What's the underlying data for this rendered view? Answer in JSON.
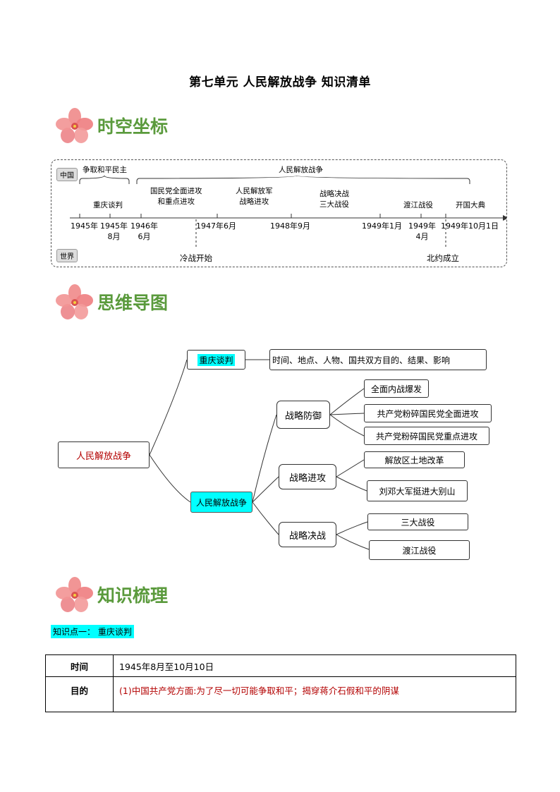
{
  "page_title": "第七单元    人民解放战争      知识清单",
  "sections": {
    "timeline_heading": "时空坐标",
    "mindmap_heading": "思维导图",
    "knowledge_heading": "知识梳理"
  },
  "timeline": {
    "china_tag": "中国",
    "world_tag": "世界",
    "bracket_left": "争取和平民主",
    "bracket_right": "人民解放战争",
    "events": {
      "chongqing": "重庆谈判",
      "kmt_attack_1": "国民党全面进攻",
      "kmt_attack_2": "和重点进攻",
      "pla_1": "人民解放军",
      "pla_2": "战略进攻",
      "decisive_1": "战略决战",
      "decisive_2": "三大战役",
      "crossing": "渡江战役",
      "founding": "开国大典"
    },
    "years": {
      "y1945a": "1945年",
      "y1945b_1": "1945年",
      "y1945b_2": "8月",
      "y1946_1": "1946年",
      "y1946_2": "6月",
      "y1947": "1947年6月",
      "y1948": "1948年9月",
      "y1949a": "1949年1月",
      "y1949b_1": "1949年",
      "y1949b_2": "4月",
      "y1949c": "1949年10月1日"
    },
    "world_events": {
      "cold_war": "冷战开始",
      "nato": "北约成立"
    }
  },
  "mindmap": {
    "root": "人民解放战争",
    "chongqing": "重庆谈判",
    "chongqing_detail": "时间、地点、人物、国共双方目的、结果、影响",
    "war": "人民解放战争",
    "defense": "战略防御",
    "defense_items": [
      "全面内战爆发",
      "共产党粉碎国民党全面进攻",
      "共产党粉碎国民党重点进攻"
    ],
    "offense": "战略进攻",
    "offense_items": [
      "解放区土地改革",
      "刘邓大军挺进大别山"
    ],
    "decisive": "战略决战",
    "decisive_items": [
      "三大战役",
      "渡江战役"
    ]
  },
  "knowledge": {
    "point_label": "知识点一：    重庆谈判",
    "table": {
      "time_header": "时间",
      "time_value": "1945年8月至10月10日",
      "purpose_header": "目的",
      "purpose_value": "(1)中国共产党方面:为了尽一切可能争取和平；揭穿蒋介石假和平的阴谋"
    }
  },
  "colors": {
    "heading_green": "#5a9a3c",
    "highlight_cyan": "#00ffff",
    "root_red": "#b30000"
  }
}
